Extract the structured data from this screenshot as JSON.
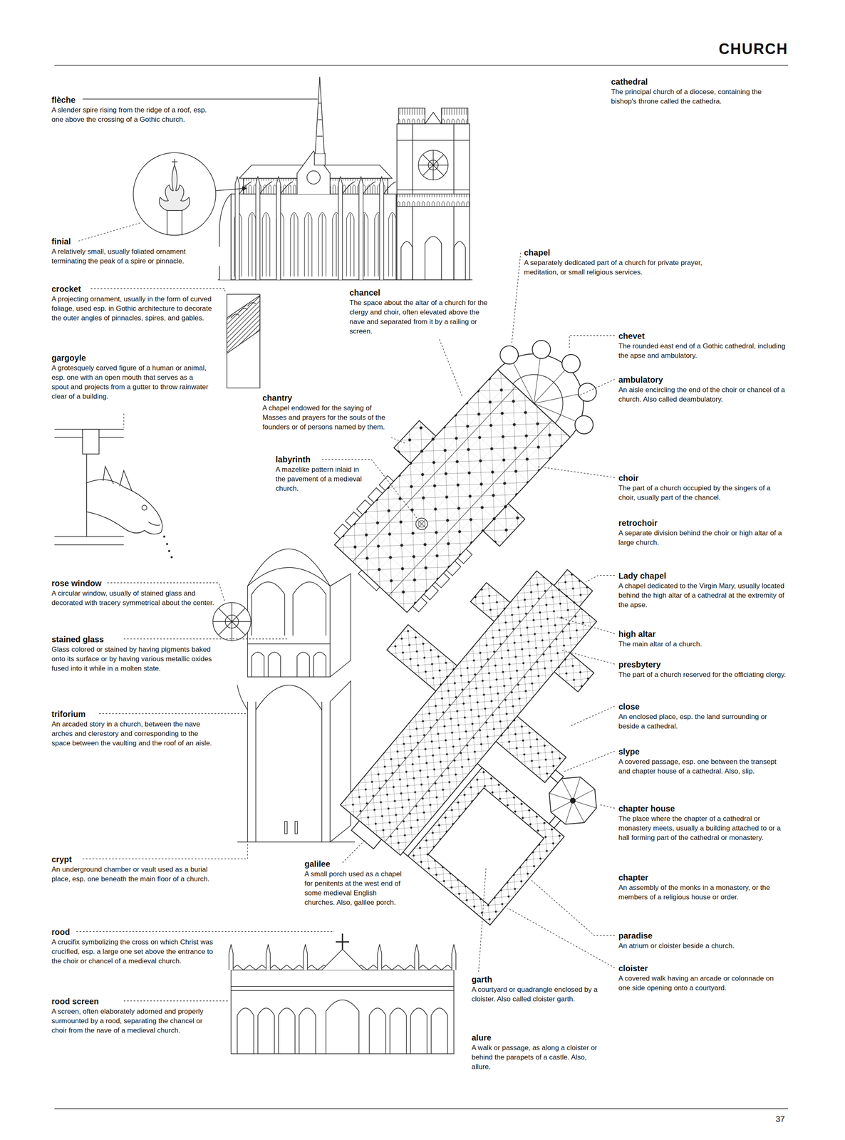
{
  "diagram": {
    "title": "CHURCH",
    "labels": [
      "flèche",
      "A slender spire rising from the ridge of a roof, esp. one above the crossing of a Gothic church.",
      "finial",
      "A relatively small, usually foliated ornament terminating the peak of a spire or pinnacle.",
      "crocket",
      "A projecting ornament, usually in the form of curved foliage, used esp. in Gothic architecture to decorate the outer angles of pinnacles, spires, and gables.",
      "gargoyle",
      "A grotesquely carved figure of a human or animal, esp. one with an open mouth that serves as a spout and projects from a gutter to throw rainwater clear of a building.",
      "rose window",
      "A circular window, usually of stained glass and decorated with tracery symmetrical about the center.",
      "stained glass",
      "Glass colored or stained by having pigments baked onto its surface or by having various metallic oxides fused into it while in a molten state.",
      "triforium",
      "An arcaded story in a church, between the nave arches and clerestory and corresponding to the space between the vaulting and the roof of an aisle.",
      "crypt",
      "An underground chamber or vault used as a burial place, esp. one beneath the main floor of a church.",
      "rood",
      "A crucifix symbolizing the cross on which Christ was crucified, esp. a large one set above the entrance to the choir or chancel of a medieval church.",
      "rood screen",
      "A screen, often elaborately adorned and properly surmounted by a rood, separating the chancel or choir from the nave of a medieval church.",
      "cathedral",
      "The principal church of a diocese, containing the bishop's throne called the cathedra.",
      "chapel",
      "A separately dedicated part of a church for private prayer, meditation, or small religious services.",
      "chancel",
      "The space about the altar of a church for the clergy and choir, often elevated above the nave and separated from it by a railing or screen.",
      "chantry",
      "A chapel endowed for the saying of Masses and prayers for the souls of the founders or of persons named by them.",
      "labyrinth",
      "A mazelike pattern inlaid in the pavement of a medieval church.",
      "galilee",
      "A small porch used as a chapel for penitents at the west end of some medieval English churches. Also, galilee porch.",
      "garth",
      "A courtyard or quadrangle enclosed by a cloister. Also called cloister garth.",
      "alure",
      "A walk or passage, as along a cloister or behind the parapets of a castle. Also, allure.",
      "chevet",
      "The rounded east end of a Gothic cathedral, including the apse and ambulatory.",
      "ambulatory",
      "An aisle encircling the end of the choir or chancel of a church. Also called deambulatory.",
      "choir",
      "The part of a church occupied by the singers of a choir, usually part of the chancel.",
      "retrochoir",
      "A separate division behind the choir or high altar of a large church.",
      "Lady chapel",
      "A chapel dedicated to the Virgin Mary, usually located behind the high altar of a cathedral at the extremity of the apse.",
      "high altar",
      "The main altar of a church.",
      "presbytery",
      "The part of a church reserved for the officiating clergy.",
      "close",
      "An enclosed place, esp. the land surrounding or beside a cathedral.",
      "slype",
      "A covered passage, esp. one between the transept and chapter house of a cathedral. Also, slip.",
      "chapter house",
      "The place where the chapter of a cathedral or monastery meets, usually a building attached to or a hall forming part of the cathedral or monastery.",
      "chapter",
      "An assembly of the monks in a monastery, or the members of a religious house or order.",
      "paradise",
      "An atrium or cloister beside a church.",
      "cloister",
      "A covered walk having an arcade or colonnade on one side opening onto a courtyard.",
      "37"
    ]
  }
}
